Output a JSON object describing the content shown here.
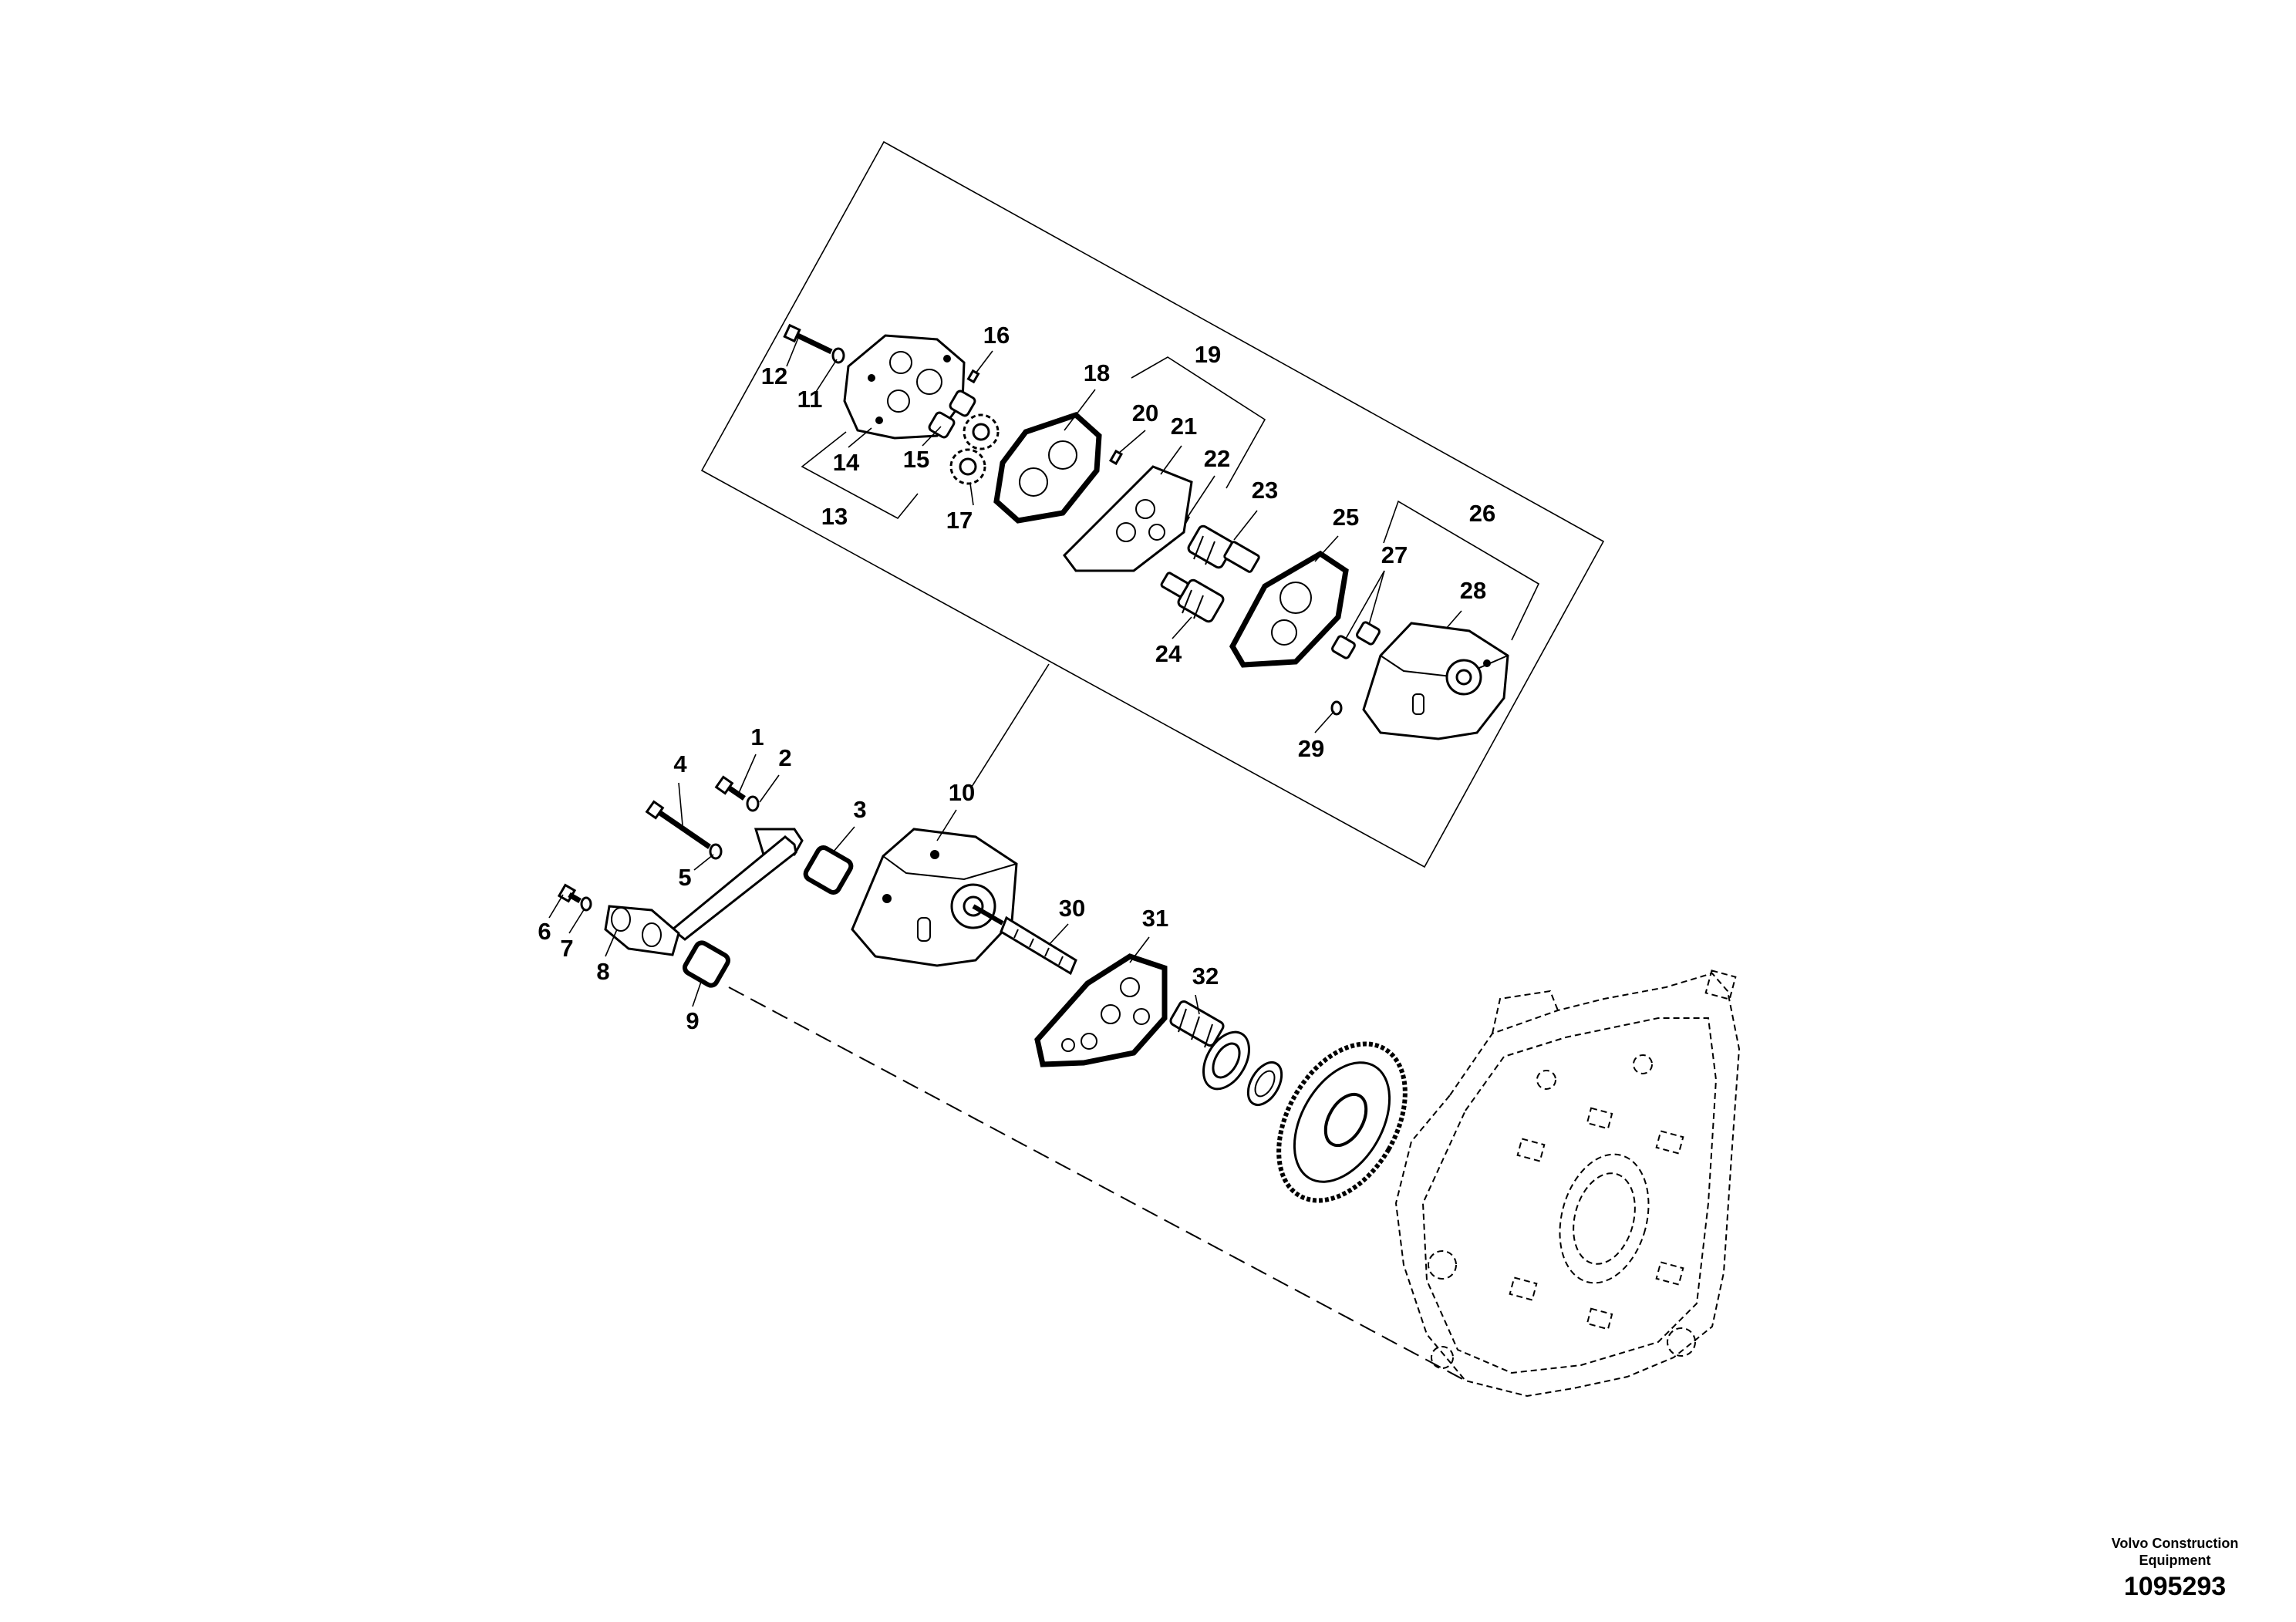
{
  "callouts": [
    {
      "id": "1",
      "label": "1"
    },
    {
      "id": "2",
      "label": "2"
    },
    {
      "id": "3",
      "label": "3"
    },
    {
      "id": "4",
      "label": "4"
    },
    {
      "id": "5",
      "label": "5"
    },
    {
      "id": "6",
      "label": "6"
    },
    {
      "id": "7",
      "label": "7"
    },
    {
      "id": "8",
      "label": "8"
    },
    {
      "id": "9",
      "label": "9"
    },
    {
      "id": "10",
      "label": "10"
    },
    {
      "id": "11",
      "label": "11"
    },
    {
      "id": "12",
      "label": "12"
    },
    {
      "id": "13",
      "label": "13"
    },
    {
      "id": "14",
      "label": "14"
    },
    {
      "id": "15",
      "label": "15"
    },
    {
      "id": "16",
      "label": "16"
    },
    {
      "id": "17",
      "label": "17"
    },
    {
      "id": "18",
      "label": "18"
    },
    {
      "id": "19",
      "label": "19"
    },
    {
      "id": "20",
      "label": "20"
    },
    {
      "id": "21",
      "label": "21"
    },
    {
      "id": "22",
      "label": "22"
    },
    {
      "id": "23",
      "label": "23"
    },
    {
      "id": "24",
      "label": "24"
    },
    {
      "id": "25",
      "label": "25"
    },
    {
      "id": "26",
      "label": "26"
    },
    {
      "id": "27",
      "label": "27"
    },
    {
      "id": "28",
      "label": "28"
    },
    {
      "id": "29",
      "label": "29"
    },
    {
      "id": "30",
      "label": "30"
    },
    {
      "id": "31",
      "label": "31"
    },
    {
      "id": "32",
      "label": "32"
    }
  ],
  "footer": {
    "company_line1": "Volvo Construction",
    "company_line2": "Equipment",
    "drawing_number": "1095293"
  }
}
